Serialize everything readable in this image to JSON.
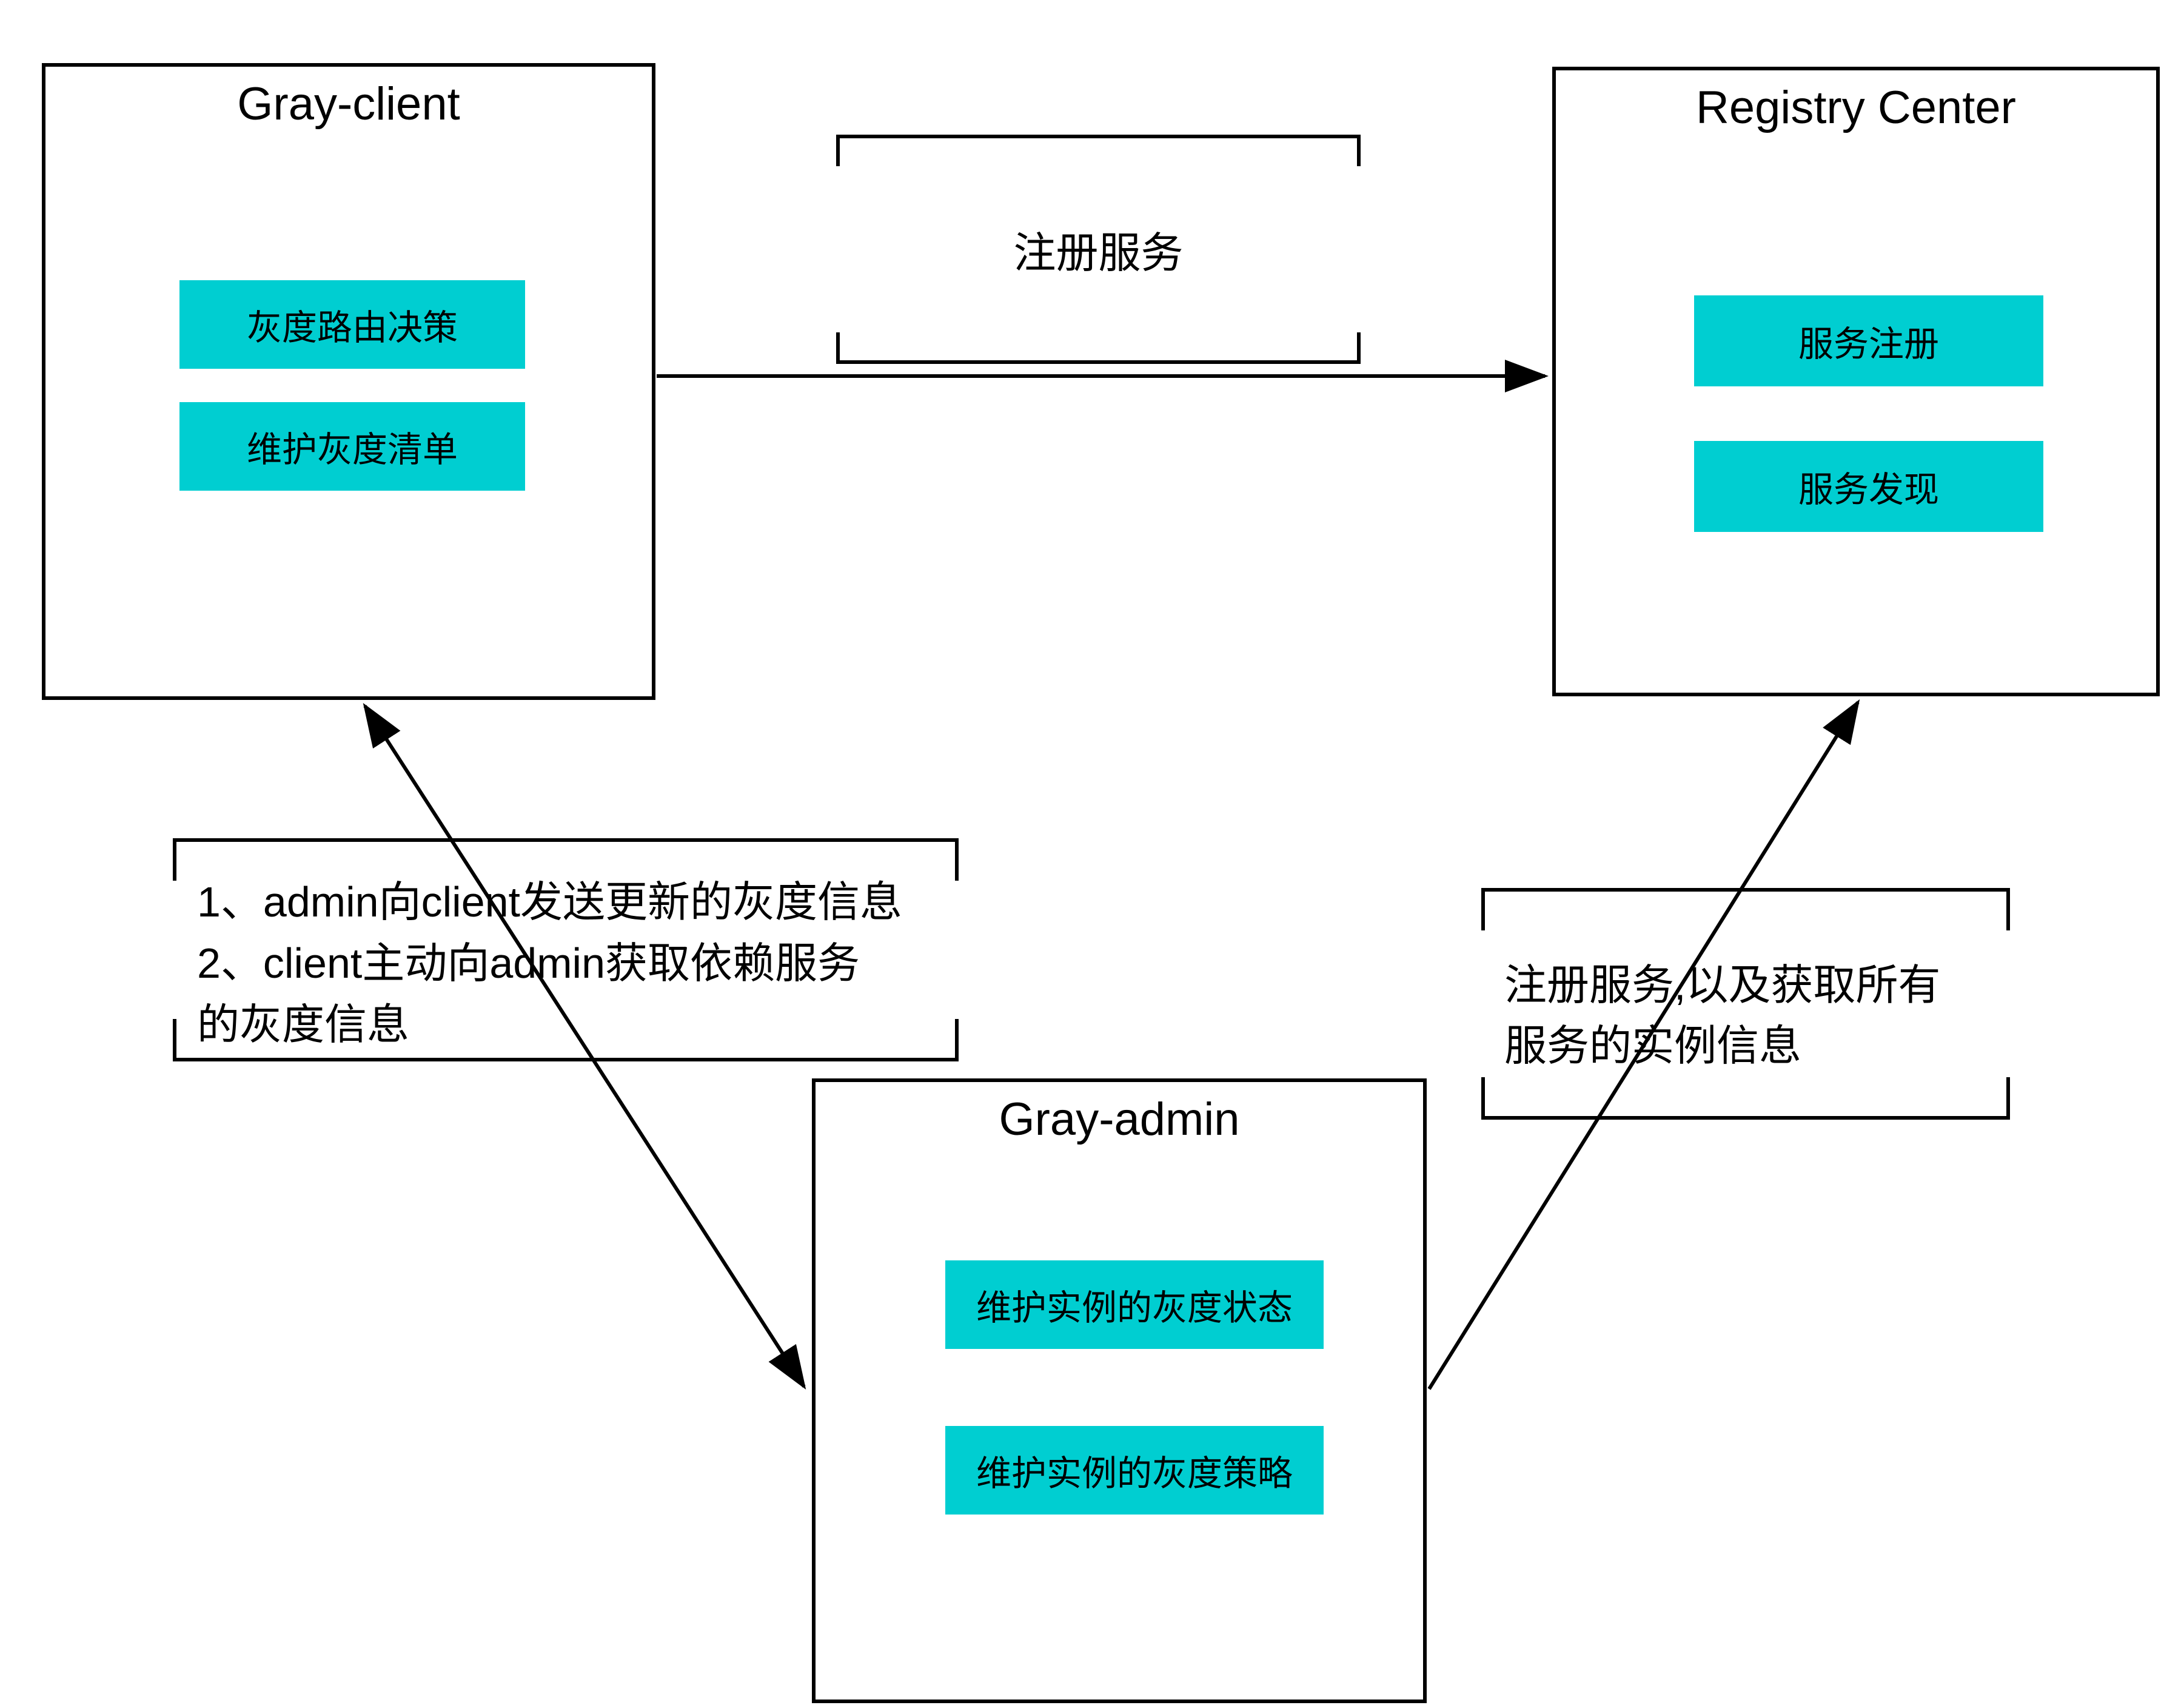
{
  "nodes": {
    "gray_client": {
      "title": "Gray-client",
      "items": [
        "灰度路由决策",
        "维护灰度清单"
      ]
    },
    "registry_center": {
      "title": "Registry Center",
      "items": [
        "服务注册",
        "服务发现"
      ]
    },
    "gray_admin": {
      "title": "Gray-admin",
      "items": [
        "维护实例的灰度状态",
        "维护实例的灰度策略"
      ]
    }
  },
  "annotations": {
    "register_service": {
      "lines": [
        "注册服务"
      ]
    },
    "client_admin_sync": {
      "lines": [
        "1、admin向client发送更新的灰度信息",
        "2、client主动向admin获取依赖服务",
        "的灰度信息"
      ]
    },
    "admin_registry": {
      "lines": [
        "注册服务,以及获取所有",
        "服务的实例信息"
      ]
    }
  },
  "edges": [
    {
      "from": "gray_client",
      "to": "registry_center",
      "arrow": "end",
      "label_ref": "register_service"
    },
    {
      "from": "gray_client",
      "to": "gray_admin",
      "arrow": "both",
      "label_ref": "client_admin_sync"
    },
    {
      "from": "gray_admin",
      "to": "registry_center",
      "arrow": "end",
      "label_ref": "admin_registry"
    }
  ],
  "colors": {
    "accent": "#00CED1",
    "line": "#000000",
    "background": "#FFFFFF"
  }
}
